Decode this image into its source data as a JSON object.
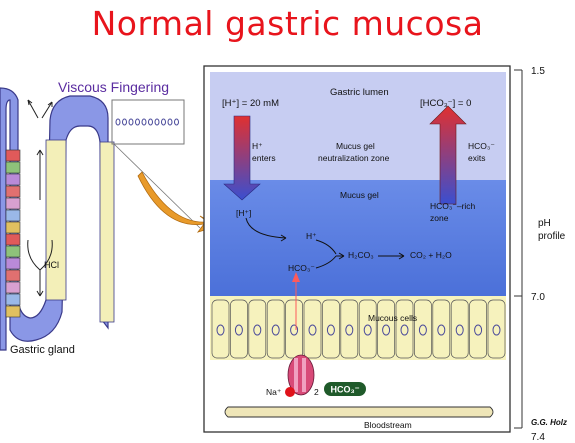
{
  "title": "Normal gastric mucosa",
  "annotation": "Viscous Fingering",
  "gland": {
    "label": "Gastric gland",
    "hcl": "HCl"
  },
  "lumen": {
    "label": "Gastric lumen",
    "h_conc": "[H⁺] = 20 mM",
    "hco3_conc": "[HCO₃⁻] = 0",
    "h_enters": [
      "H⁺",
      "enters"
    ],
    "gel_zone": [
      "Mucus gel",
      "neutralization zone"
    ],
    "hco3_exits": [
      "HCO₃⁻",
      "exits"
    ]
  },
  "gel": {
    "label": "Mucus gel",
    "h_bracket": "[H⁺]",
    "h_ion": "H⁺",
    "hco3_rich": [
      "HCO₃⁻–rich",
      "zone"
    ],
    "hco3": "HCO₃⁻",
    "h2co3": "H₂CO₃",
    "products": "CO₂ + H₂O"
  },
  "cells": {
    "label": "Mucous cells",
    "na": "Na⁺",
    "two": "2",
    "hco3_badge": "HCO₃⁻",
    "bloodstream": "Bloodstream"
  },
  "ph_scale": {
    "top": "1.5",
    "mid": "7.0",
    "bottom": "7.4",
    "label": [
      "pH",
      "profile"
    ]
  },
  "credit": "G.G. Holz",
  "colors": {
    "title": "#e8141c",
    "annotation": "#5a2ca0",
    "gel_blue": "#5b7fe0",
    "lumen_lavender": "#c7cdf2",
    "cell_cream": "#f6f2bd",
    "arrow_orange": "#e89a2a"
  }
}
